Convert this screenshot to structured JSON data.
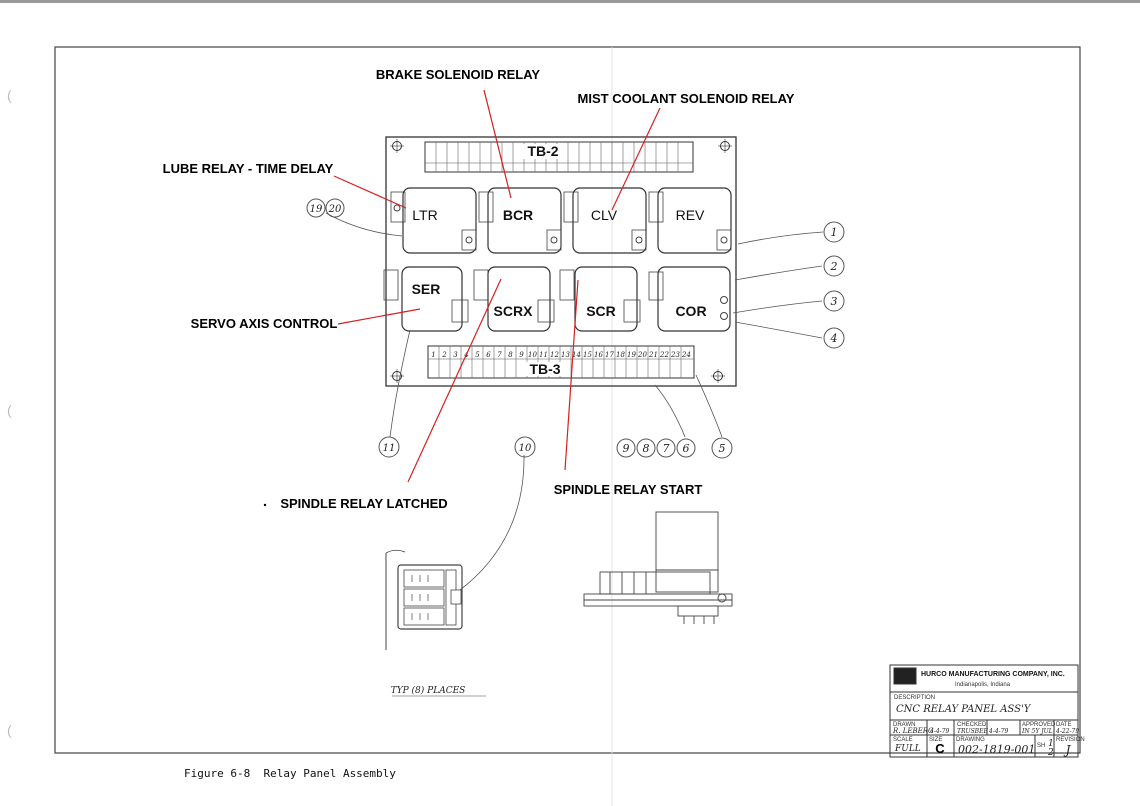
{
  "callouts": {
    "brake": "BRAKE SOLENOID RELAY",
    "mist": "MIST COOLANT SOLENOID RELAY",
    "lube": "LUBE RELAY - TIME DELAY",
    "servo": "SERVO AXIS CONTROL",
    "spindle_latched": "SPINDLE RELAY LATCHED",
    "spindle_start": "SPINDLE RELAY START"
  },
  "terminal_blocks": {
    "tb2": "TB-2",
    "tb3": "TB-3"
  },
  "relays": {
    "ltr": "LTR",
    "bcr": "BCR",
    "clv": "CLV",
    "rev": "REV",
    "ser": "SER",
    "scrx": "SCRX",
    "scr": "SCR",
    "cor": "COR"
  },
  "balloons": {
    "b1": "1",
    "b2": "2",
    "b3": "3",
    "b4": "4",
    "b5": "5",
    "b6": "6",
    "b7": "7",
    "b8": "8",
    "b9": "9",
    "b10": "10",
    "b11": "11",
    "b19": "19",
    "b20": "20"
  },
  "tb3_numbers": [
    "1",
    "2",
    "3",
    "4",
    "5",
    "6",
    "7",
    "8",
    "9",
    "10",
    "11",
    "12",
    "13",
    "14",
    "15",
    "16",
    "17",
    "18",
    "19",
    "20",
    "21",
    "22",
    "23",
    "24"
  ],
  "typ_note": "TYP (8) PLACES",
  "title_block": {
    "company": "HURCO MANUFACTURING COMPANY, INC.",
    "city": "Indianapolis, Indiana",
    "description_label": "DESCRIPTION",
    "description": "CNC RELAY PANEL ASS'Y",
    "drawn_label": "DRAWN",
    "drawn_by": "R. LEBERG",
    "drawn_date": "4-4-79",
    "checked_label": "CHECKED",
    "checked_by": "TRUSBEE",
    "checked_date": "4-4-79",
    "approved_label": "APPROVED",
    "approved_by": "IN 5Y JUL",
    "date_label": "DATE",
    "date": "4-22-79",
    "scale_label": "SCALE",
    "scale": "FULL",
    "size_label": "SIZE",
    "size": "C",
    "drawing_label": "DRAWING",
    "drawing_no": "002-1819-001",
    "sheet_label": "SH",
    "sheet": "1",
    "sheet_of": "2",
    "revision_label": "REVISION",
    "revision": "J"
  },
  "caption": "Figure 6-8  Relay Panel Assembly"
}
